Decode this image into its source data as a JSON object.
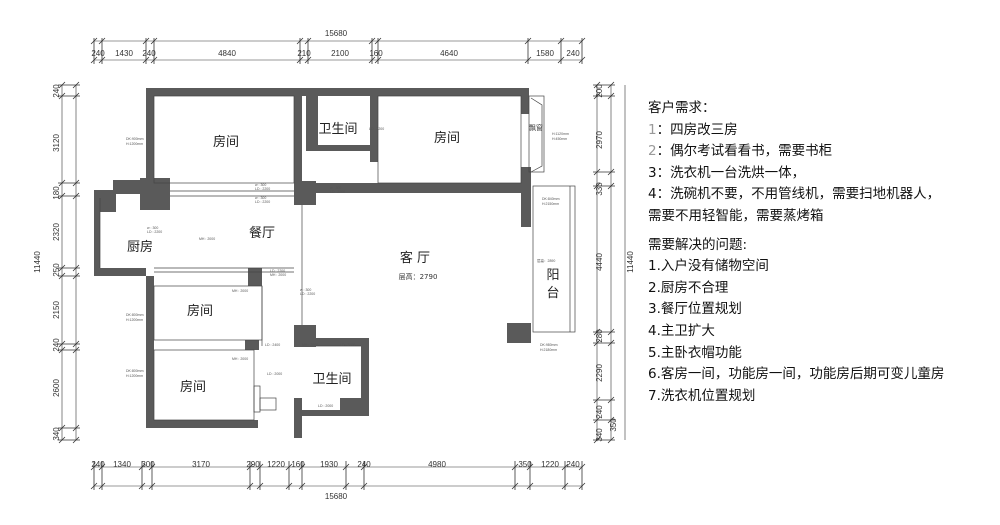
{
  "dimensions": {
    "total_width": "15680",
    "total_height": "11440",
    "top_row": [
      "240",
      "1430",
      "240",
      "4840",
      "210",
      "2100",
      "160",
      "4640",
      "1580",
      "240"
    ],
    "bottom_row": [
      "240",
      "1340",
      "300",
      "3170",
      "290",
      "1220",
      "160",
      "1930",
      "240",
      "4980",
      "350",
      "1220",
      "240"
    ],
    "left_col": [
      "240",
      "3120",
      "180",
      "2320",
      "250",
      "2150",
      "240",
      "2600",
      "340"
    ],
    "right_col_a": [
      "200",
      "2970",
      "330",
      "4440",
      "280",
      "2290",
      "240",
      "340"
    ],
    "right_col_b": [
      "350"
    ]
  },
  "rooms": {
    "bedroom_top_left": "房间",
    "bathroom_top": "卫生间",
    "bedroom_top_right": "房间",
    "bay_window": "飘窗",
    "kitchen": "厨房",
    "dining": "餐厅",
    "living": "客 厅",
    "living_depth": "层高：2790",
    "balcony": "阳\n台",
    "bedroom_middle": "房间",
    "bedroom_bottom": "房间",
    "bathroom_bottom": "卫生间"
  },
  "notes": {
    "title": "客户需求：",
    "requirements": [
      {
        "num": "1",
        "text": "：四房改三房",
        "grey": true
      },
      {
        "num": "2",
        "text": "：偶尔考试看看书，需要书柜",
        "grey": true
      },
      {
        "num": "3",
        "text": "：洗衣机一台洗烘一体，",
        "grey": false
      },
      {
        "num": "4",
        "text": "：洗碗机不要，不用管线机，需要扫地机器人，",
        "grey": false
      }
    ],
    "req4_cont": "需要不用轻智能，需要蒸烤箱",
    "problems_title": "需要解决的问题:",
    "problems": [
      "1.入户没有储物空间",
      "2.厨房不合理",
      "3.餐厅位置规划",
      "4.主卫扩大",
      "5.主卧衣帽功能",
      "6.客房一间，功能房一间，功能房后期可变儿童房",
      "7.洗衣机位置规划"
    ]
  }
}
